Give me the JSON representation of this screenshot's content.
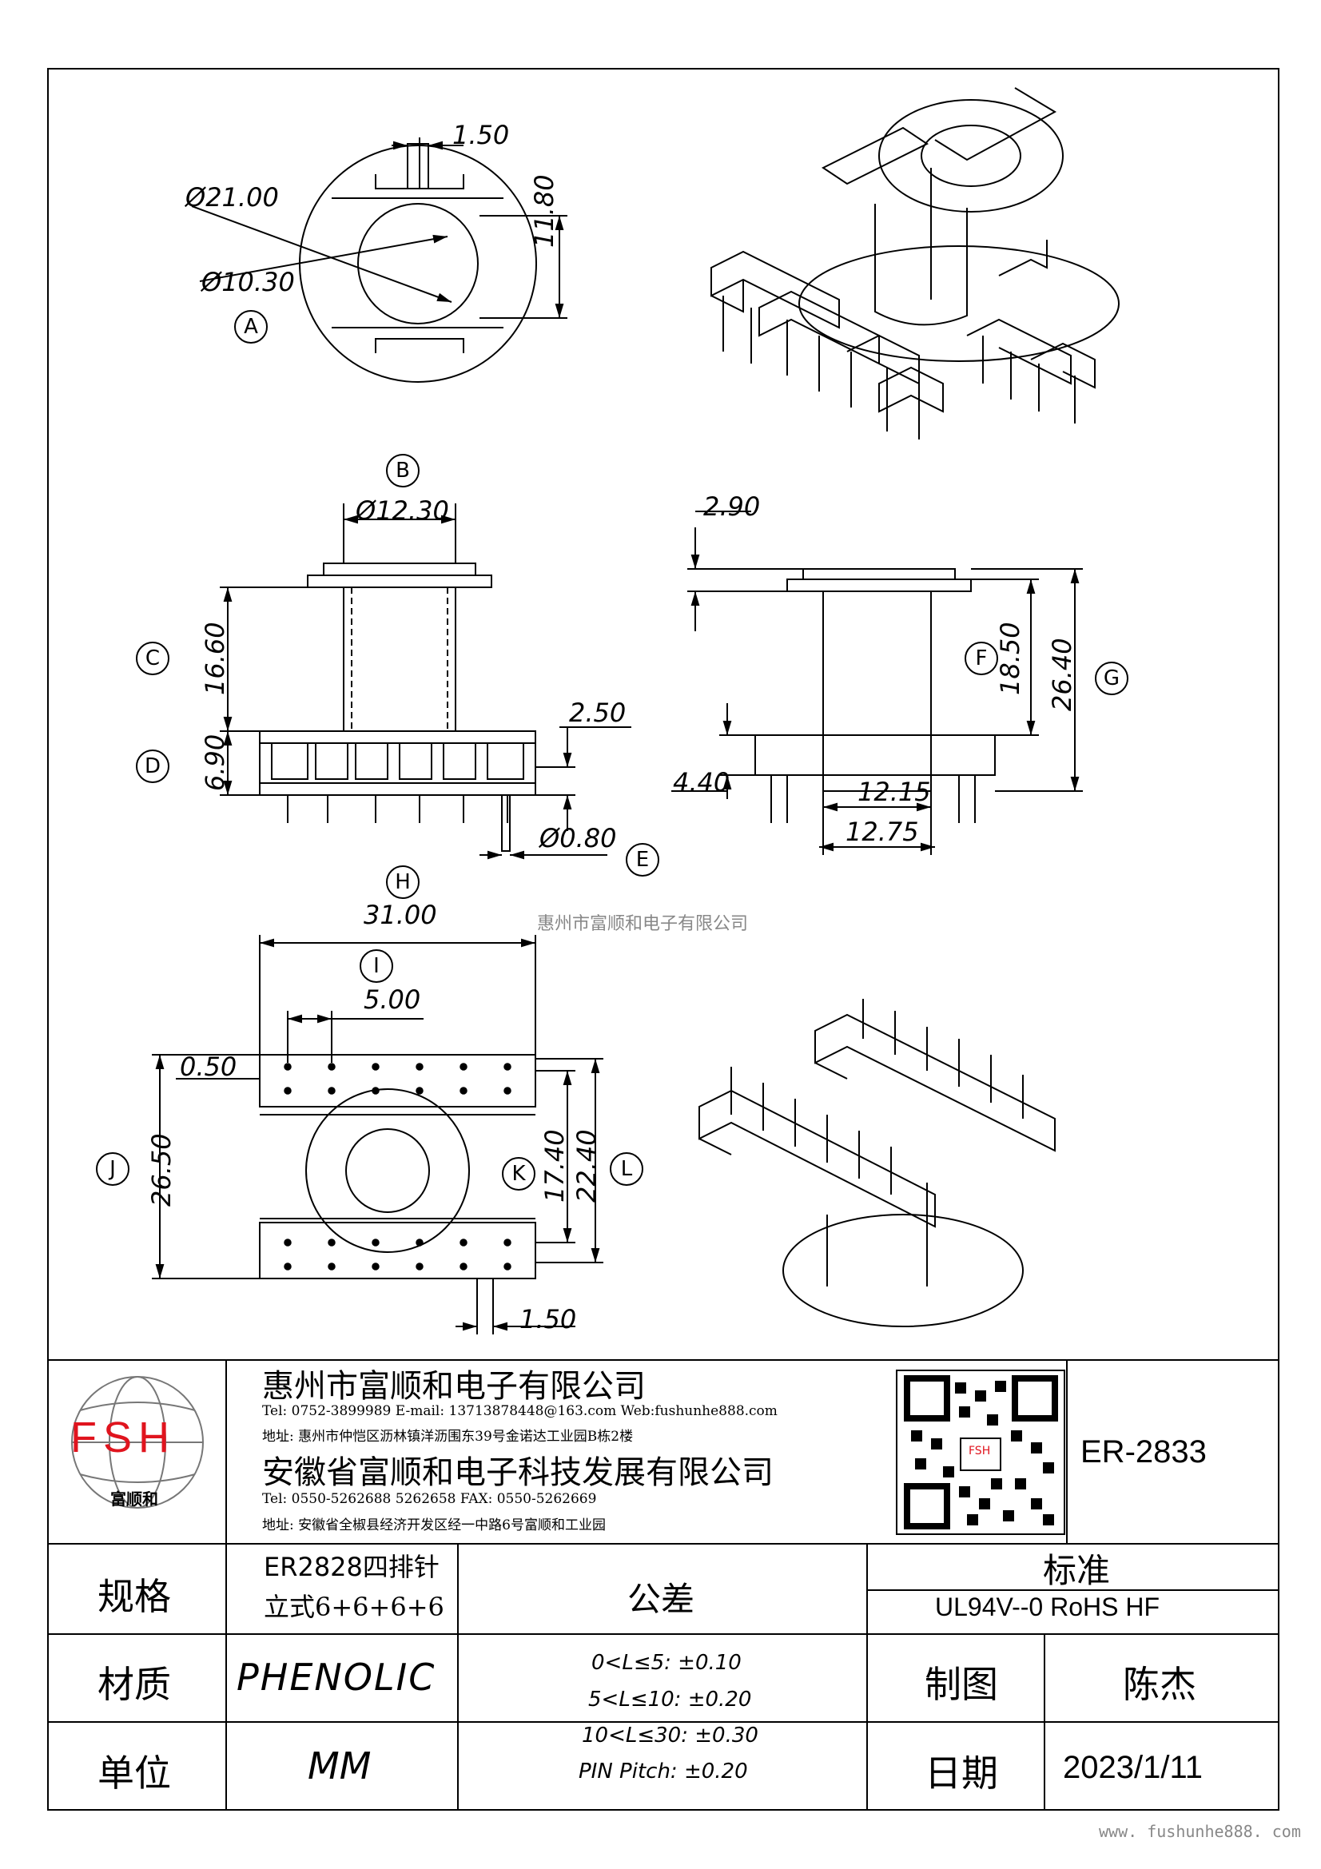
{
  "dimensions": {
    "slot_width": "1.50",
    "outer_dia": "Ø21.00",
    "inner_dia": "Ø10.30",
    "height_top": "11.80",
    "bobbin_dia": "Ø12.30",
    "height_c": "16.60",
    "height_d": "6.90",
    "pin_len": "2.50",
    "pin_dia": "Ø0.80",
    "flange": "2.90",
    "height_f": "18.50",
    "height_g": "26.40",
    "base_h": "4.40",
    "w1215": "12.15",
    "w1275": "12.75",
    "width_h": "31.00",
    "pitch": "5.00",
    "offset": "0.50",
    "height_j": "26.50",
    "height_k": "17.40",
    "height_l": "22.40",
    "slot_bottom": "1.50"
  },
  "markers": [
    "A",
    "B",
    "C",
    "D",
    "E",
    "F",
    "G",
    "H",
    "I",
    "J",
    "K",
    "L"
  ],
  "watermark": "惠州市富顺和电子有限公司",
  "company": {
    "logo_text": "FSH",
    "logo_sub": "富顺和",
    "name1": "惠州市富顺和电子有限公司",
    "tel1": "Tel:  0752-3899989  E-mail: 13713878448@163.com  Web:fushunhe888.com",
    "addr1": "地址: 惠州市仲恺区沥林镇洋沥围东39号金诺达工业园B栋2楼",
    "name2": "安徽省富顺和电子科技发展有限公司",
    "tel2": "Tel:  0550-5262688  5262658     FAX: 0550-5262669",
    "addr2": "地址: 安徽省全椒县经济开发区经一中路6号富顺和工业园",
    "qr_label": "FSH"
  },
  "part_no": "ER-2833",
  "table": {
    "spec_label": "规格",
    "spec_value1": "ER2828四排针",
    "spec_value2": "立式6+6+6+6",
    "tolerance_label": "公差",
    "standard_label": "标准",
    "standard_value": "UL94V--0  RoHS HF",
    "material_label": "材质",
    "material_value": "PHENOLIC",
    "tol1": "0<L≤5: ±0.10",
    "tol2": "5<L≤10: ±0.20",
    "tol3": "10<L≤30: ±0.30",
    "tol4": "PIN Pitch: ±0.20",
    "drawn_label": "制图",
    "drawn_value": "陈杰",
    "unit_label": "单位",
    "unit_value": "MM",
    "date_label": "日期",
    "date_value": "2023/1/11"
  },
  "footer_url": "www. fushunhe888. com",
  "colors": {
    "logo_red": "#e0141e",
    "watermark": "#888888"
  }
}
